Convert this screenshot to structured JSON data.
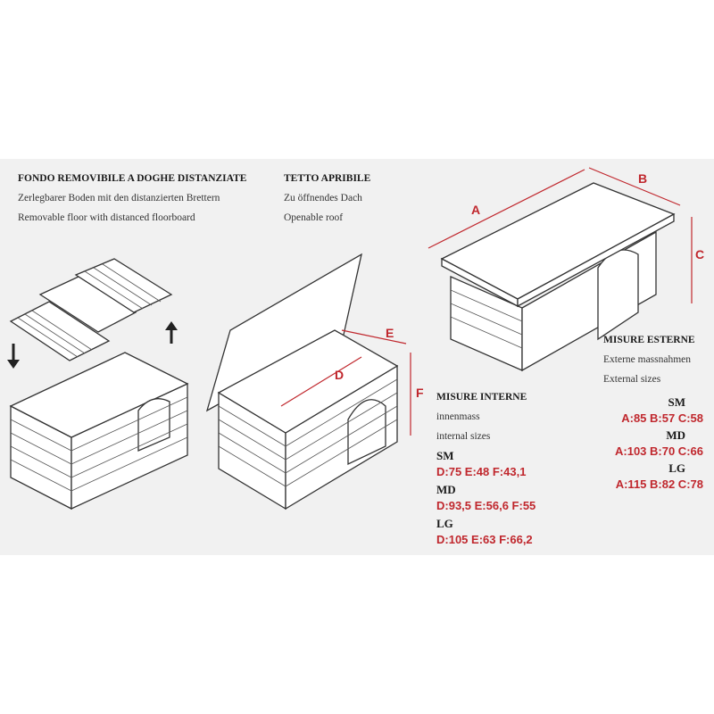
{
  "floor": {
    "title": "FONDO REMOVIBILE A  DOGHE DISTANZIATE",
    "de": "Zerlegbarer Boden mit den distanzierten Brettern",
    "en": "Removable floor with distanced floorboard"
  },
  "roof": {
    "title": "TETTO APRIBILE",
    "de": "Zu öffnendes Dach",
    "en": "Openable roof"
  },
  "external": {
    "title": "MISURE ESTERNE",
    "de": "Externe massnahmen",
    "en": "External sizes",
    "labels": {
      "a": "A",
      "b": "B",
      "c": "C"
    },
    "sizes": [
      {
        "size": "SM",
        "values": "A:85 B:57 C:58"
      },
      {
        "size": "MD",
        "values": "A:103 B:70 C:66"
      },
      {
        "size": "LG",
        "values": "A:115 B:82 C:78"
      }
    ]
  },
  "internal": {
    "title": "MISURE INTERNE",
    "de": "innenmass",
    "en": "internal sizes",
    "labels": {
      "d": "D",
      "e": "E",
      "f": "F"
    },
    "sizes": [
      {
        "size": "SM",
        "values": "D:75 E:48 F:43,1"
      },
      {
        "size": "MD",
        "values": "D:93,5 E:56,6 F:55"
      },
      {
        "size": "LG",
        "values": "D:105 E:63 F:66,2"
      }
    ]
  },
  "colors": {
    "accent": "#c0272d",
    "panel": "#f1f1f1"
  }
}
